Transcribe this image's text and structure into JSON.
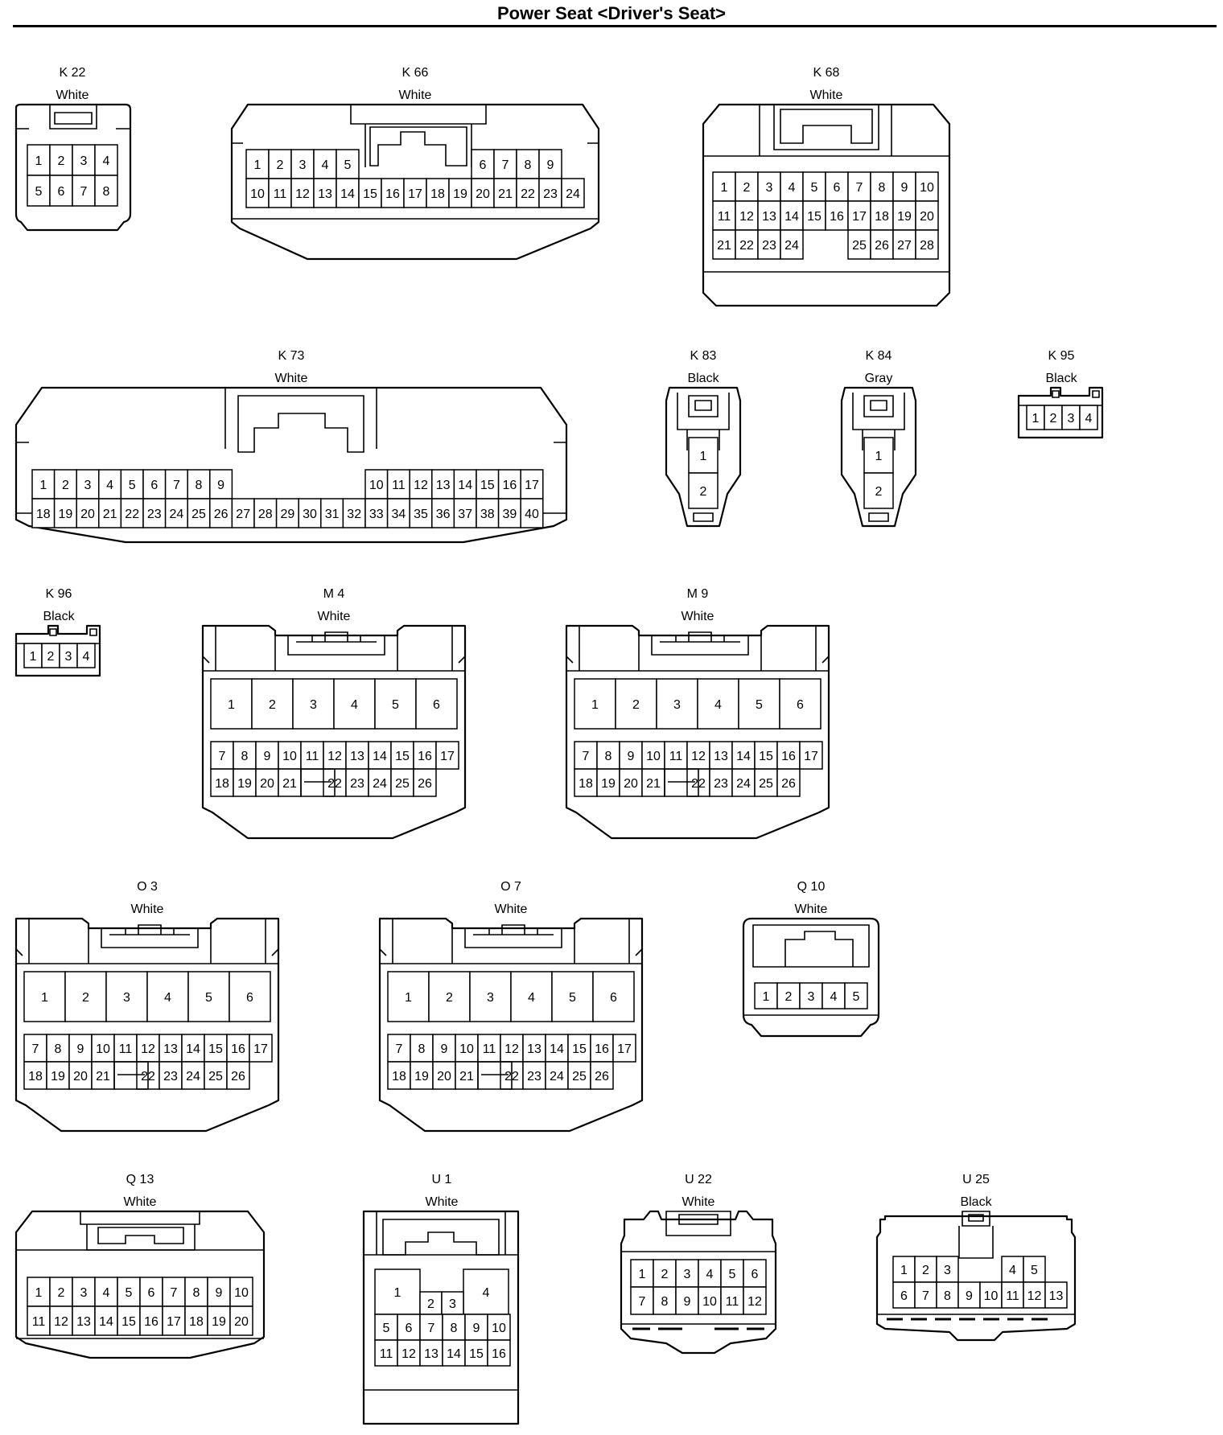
{
  "title": "Power Seat <Driver's Seat>",
  "connectors": [
    {
      "id": "K 22",
      "color": "White",
      "style": "small",
      "rows": [
        [
          "1",
          "2",
          "3",
          "4"
        ],
        [
          "5",
          "6",
          "7",
          "8"
        ]
      ]
    },
    {
      "id": "K 66",
      "color": "White",
      "style": "wide",
      "rows": [
        [
          "1",
          "2",
          "3",
          "4",
          "5",
          null,
          null,
          null,
          null,
          null,
          "6",
          "7",
          "8",
          "9"
        ],
        [
          "10",
          "11",
          "12",
          "13",
          "14",
          "15",
          "16",
          "17",
          "18",
          "19",
          "20",
          "21",
          "22",
          "23",
          "24"
        ]
      ]
    },
    {
      "id": "K 68",
      "color": "White",
      "style": "block",
      "rows": [
        [
          "1",
          "2",
          "3",
          "4",
          "5",
          "6",
          "7",
          "8",
          "9",
          "10"
        ],
        [
          "11",
          "12",
          "13",
          "14",
          "15",
          "16",
          "17",
          "18",
          "19",
          "20"
        ],
        [
          "21",
          "22",
          "23",
          "24",
          null,
          null,
          "25",
          "26",
          "27",
          "28"
        ]
      ]
    },
    {
      "id": "K 73",
      "color": "White",
      "style": "wide",
      "rows": [
        [
          "1",
          "2",
          "3",
          "4",
          "5",
          "6",
          "7",
          "8",
          "9",
          null,
          null,
          null,
          null,
          null,
          null,
          "10",
          "11",
          "12",
          "13",
          "14",
          "15",
          "16",
          "17"
        ],
        [
          "18",
          "19",
          "20",
          "21",
          "22",
          "23",
          "24",
          "25",
          "26",
          "27",
          "28",
          "29",
          "30",
          "31",
          "32",
          "33",
          "34",
          "35",
          "36",
          "37",
          "38",
          "39",
          "40"
        ]
      ]
    },
    {
      "id": "K 83",
      "color": "Black",
      "style": "two",
      "rows": [
        [
          "1"
        ],
        [
          "2"
        ]
      ]
    },
    {
      "id": "K 84",
      "color": "Gray",
      "style": "two",
      "rows": [
        [
          "1"
        ],
        [
          "2"
        ]
      ]
    },
    {
      "id": "K 95",
      "color": "Black",
      "style": "mini",
      "rows": [
        [
          "1",
          "2",
          "3",
          "4"
        ]
      ]
    },
    {
      "id": "K 96",
      "color": "Black",
      "style": "mini",
      "rows": [
        [
          "1",
          "2",
          "3",
          "4"
        ]
      ]
    },
    {
      "id": "M 4",
      "color": "White",
      "style": "power",
      "big": [
        "1",
        "2",
        "3",
        "4",
        "5",
        "6"
      ],
      "rows": [
        [
          "7",
          "8",
          "9",
          "10",
          "11",
          "12",
          "13",
          "14",
          "15",
          "16",
          "17"
        ],
        [
          "18",
          "19",
          "20",
          "21",
          null,
          "22",
          "23",
          "24",
          "25",
          "26"
        ]
      ]
    },
    {
      "id": "M 9",
      "color": "White",
      "style": "power",
      "big": [
        "1",
        "2",
        "3",
        "4",
        "5",
        "6"
      ],
      "rows": [
        [
          "7",
          "8",
          "9",
          "10",
          "11",
          "12",
          "13",
          "14",
          "15",
          "16",
          "17"
        ],
        [
          "18",
          "19",
          "20",
          "21",
          null,
          "22",
          "23",
          "24",
          "25",
          "26"
        ]
      ]
    },
    {
      "id": "O 3",
      "color": "White",
      "style": "power",
      "big": [
        "1",
        "2",
        "3",
        "4",
        "5",
        "6"
      ],
      "rows": [
        [
          "7",
          "8",
          "9",
          "10",
          "11",
          "12",
          "13",
          "14",
          "15",
          "16",
          "17"
        ],
        [
          "18",
          "19",
          "20",
          "21",
          null,
          "22",
          "23",
          "24",
          "25",
          "26"
        ]
      ]
    },
    {
      "id": "O 7",
      "color": "White",
      "style": "power",
      "big": [
        "1",
        "2",
        "3",
        "4",
        "5",
        "6"
      ],
      "rows": [
        [
          "7",
          "8",
          "9",
          "10",
          "11",
          "12",
          "13",
          "14",
          "15",
          "16",
          "17"
        ],
        [
          "18",
          "19",
          "20",
          "21",
          null,
          "22",
          "23",
          "24",
          "25",
          "26"
        ]
      ]
    },
    {
      "id": "Q 10",
      "color": "White",
      "style": "small",
      "rows": [
        [
          "1",
          "2",
          "3",
          "4",
          "5"
        ]
      ]
    },
    {
      "id": "Q 13",
      "color": "White",
      "style": "block",
      "rows": [
        [
          "1",
          "2",
          "3",
          "4",
          "5",
          "6",
          "7",
          "8",
          "9",
          "10"
        ],
        [
          "11",
          "12",
          "13",
          "14",
          "15",
          "16",
          "17",
          "18",
          "19",
          "20"
        ]
      ]
    },
    {
      "id": "U 1",
      "color": "White",
      "style": "u1",
      "big": [
        "1",
        "4"
      ],
      "rows": [
        [
          "2",
          "3"
        ],
        [
          "5",
          "6",
          "7",
          "8",
          "9",
          "10"
        ],
        [
          "11",
          "12",
          "13",
          "14",
          "15",
          "16"
        ]
      ]
    },
    {
      "id": "U 22",
      "color": "White",
      "style": "small",
      "rows": [
        [
          "1",
          "2",
          "3",
          "4",
          "5",
          "6"
        ],
        [
          "7",
          "8",
          "9",
          "10",
          "11",
          "12"
        ]
      ]
    },
    {
      "id": "U 25",
      "color": "Black",
      "style": "u25",
      "rows": [
        [
          "1",
          "2",
          "3",
          null,
          null,
          "4",
          "5"
        ],
        [
          "6",
          "7",
          "8",
          "9",
          "10",
          "11",
          "12",
          "13"
        ]
      ]
    }
  ]
}
